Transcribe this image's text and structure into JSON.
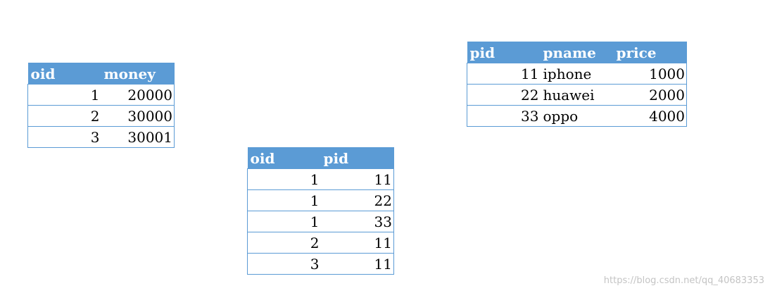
{
  "orders_table": {
    "headers": [
      "oid",
      "money"
    ],
    "rows": [
      [
        "1",
        "20000"
      ],
      [
        "2",
        "30000"
      ],
      [
        "3",
        "30001"
      ]
    ]
  },
  "order_items_table": {
    "headers": [
      "oid",
      "pid"
    ],
    "rows": [
      [
        "1",
        "11"
      ],
      [
        "1",
        "22"
      ],
      [
        "1",
        "33"
      ],
      [
        "2",
        "11"
      ],
      [
        "3",
        "11"
      ]
    ]
  },
  "products_table": {
    "headers": [
      "pid",
      "pname",
      "price"
    ],
    "rows": [
      [
        "11",
        "iphone",
        "1000"
      ],
      [
        "22",
        "huawei",
        "2000"
      ],
      [
        "33",
        "oppo",
        "4000"
      ]
    ]
  },
  "watermark": "https://blog.csdn.net/qq_40683353",
  "colors": {
    "header_bg": "#5b9bd5",
    "header_text": "#ffffff",
    "border": "#5b9bd5"
  }
}
